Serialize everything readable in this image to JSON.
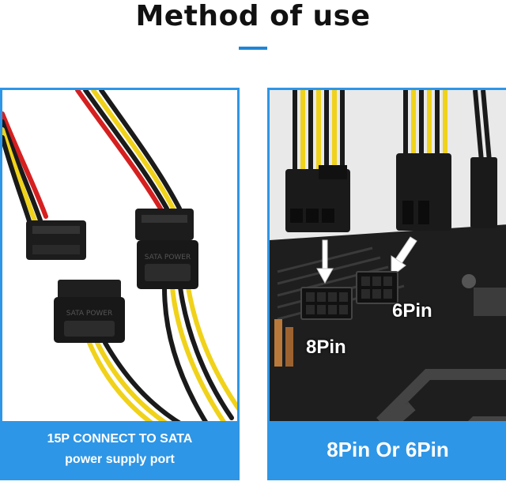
{
  "header": {
    "title": "Method of use",
    "accent_color": "#1f86d6"
  },
  "left_panel": {
    "caption_line1": "15P CONNECT TO SATA",
    "caption_line2": "power supply port",
    "connector_text": "SATA POWER"
  },
  "right_panel": {
    "label_8pin": "8Pin",
    "label_6pin": "6Pin",
    "caption": "8Pin Or 6Pin"
  },
  "colors": {
    "panel_border": "#2e96e6",
    "wire_red": "#d62020",
    "wire_yellow": "#f0d21a",
    "wire_black": "#1a1a1a"
  }
}
